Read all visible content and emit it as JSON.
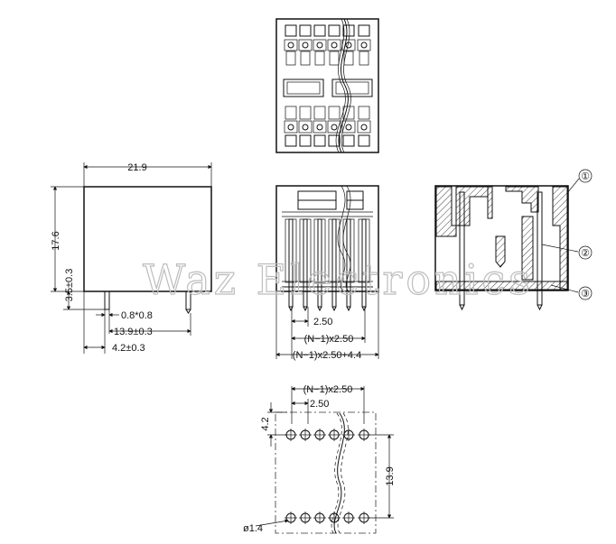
{
  "watermark": "Waz Electronics",
  "side_view": {
    "dim_width": "21.9",
    "dim_height": "17.6",
    "dim_pin_height": "3.5±0.3",
    "dim_pin_size": "0.8*0.8",
    "dim_pin_span": "13.9±0.3",
    "dim_pin_offset": "4.2±0.3"
  },
  "front_view": {
    "dim_pitch": "2.50",
    "dim_span": "(N−1)x2.50",
    "dim_total": "(N−1)x2.50+4.4"
  },
  "section_view": {
    "callouts": [
      "①",
      "②",
      "③"
    ]
  },
  "pcb_layout": {
    "dim_span": "(N−1)x2.50",
    "dim_pitch": "2.50",
    "dim_edge": "4.2",
    "dim_row_spacing": "13.9",
    "dim_hole": "ø1.4"
  },
  "colors": {
    "line": "#111111",
    "watermark": "#bdbdbd"
  }
}
